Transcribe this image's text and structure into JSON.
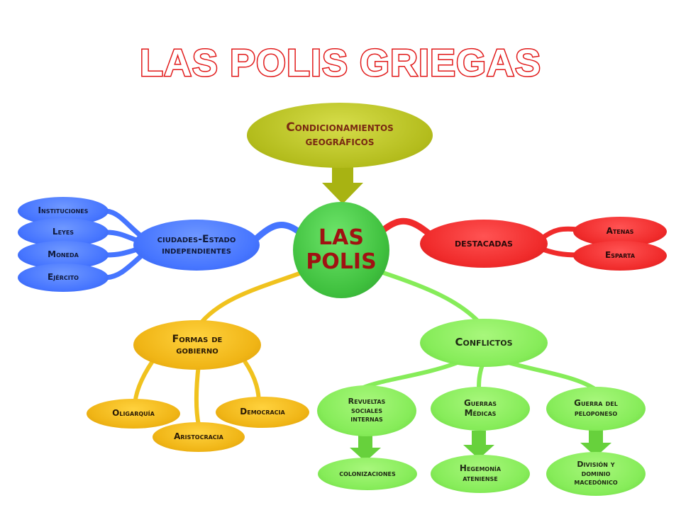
{
  "title": "LAS POLIS GRIEGAS",
  "center": "LAS\nPOLIS",
  "geo": "Condicionamientos\ngeográficos",
  "left": {
    "hub": "ciudades-Estado\nindependientes",
    "items": [
      "Instituciones",
      "Leyes",
      "Moneda",
      "Ejército"
    ]
  },
  "right": {
    "hub": "destacadas",
    "items": [
      "Atenas",
      "Esparta"
    ]
  },
  "gobierno": {
    "hub": "Formas de\ngobierno",
    "items": [
      "Oligarquía",
      "Aristocracia",
      "Democracia"
    ]
  },
  "conflictos": {
    "hub": "Conflictos",
    "items": [
      "Revueltas\nsociales\ninternas",
      "Guerras\nMédicas",
      "Guerra del\npeloponeso"
    ],
    "results": [
      "colonizaciones",
      "Hegemonía\nateniense",
      "División y\ndominio\nmacedónico"
    ]
  },
  "colors": {
    "title_stroke": "#e11a1a",
    "center": "#3fc03e",
    "geo": "#b3bc1c",
    "left": "#4675ff",
    "right": "#f02b2b",
    "gobierno": "#f0b516",
    "conflictos": "#86ec59"
  }
}
